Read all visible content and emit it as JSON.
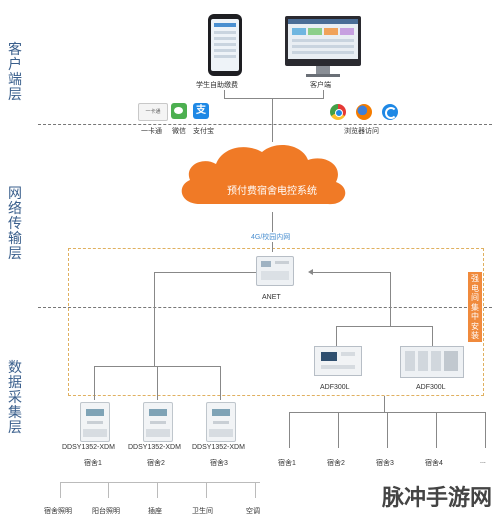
{
  "layers": {
    "client": "客户端层",
    "network": "网络传输层",
    "data": "数据采集层"
  },
  "client": {
    "phone_label": "学生自助缴费",
    "pc_label": "客户端",
    "card_text": "一卡通",
    "card_label": "一卡通",
    "wechat_label": "微信",
    "alipay_label": "支付宝",
    "alipay_glyph": "支",
    "browser_label": "浏览器访问"
  },
  "network": {
    "cloud_title": "预付费宿舍电控系统",
    "link_label": "4G/校园内网",
    "gateway_label": "ANET"
  },
  "side_note": "强电间集中安装",
  "devices": {
    "meter_model": "DDSY1352-XDM",
    "rooms_left": [
      "宿舍1",
      "宿舍2",
      "宿舍3"
    ],
    "adf_label_1": "ADF300L",
    "adf_label_2": "ADF300L",
    "rooms_right": [
      "宿舍1",
      "宿舍2",
      "宿舍3",
      "宿舍4",
      "..."
    ],
    "loads": [
      "宿舍照明",
      "阳台照明",
      "插座",
      "卫生间",
      "空调"
    ]
  },
  "watermark": "脉冲手游网",
  "colors": {
    "layer_text": "#3a5f8c",
    "cloud": "#f07a26",
    "side_note_bg": "#f08a3c",
    "link_text": "#4a8fd0"
  }
}
